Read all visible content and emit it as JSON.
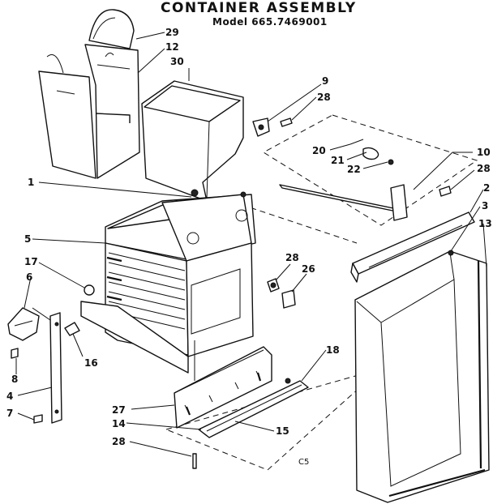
{
  "title": "CONTAINER ASSEMBLY",
  "model": "Model 665.7469001",
  "code": "C5",
  "labels": {
    "p1": "1",
    "p2": "2",
    "p3": "3",
    "p4": "4",
    "p5": "5",
    "p6": "6",
    "p7": "7",
    "p8": "8",
    "p9": "9",
    "p10": "10",
    "p12": "12",
    "p13": "13",
    "p14": "14",
    "p15": "15",
    "p16": "16",
    "p17": "17",
    "p18": "18",
    "p20": "20",
    "p21": "21",
    "p22": "22",
    "p26": "26",
    "p27": "27",
    "p29": "29",
    "p30": "30",
    "p28a": "28",
    "p28b": "28",
    "p28c": "28",
    "p28d": "28"
  }
}
